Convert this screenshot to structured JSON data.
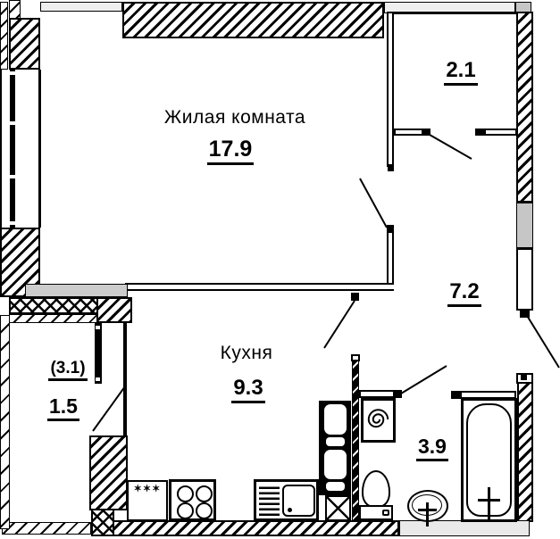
{
  "rooms": {
    "living": {
      "label": "Жилая комната",
      "area": "17.9"
    },
    "closet": {
      "area": "2.1"
    },
    "hallway": {
      "area": "7.2"
    },
    "kitchen": {
      "label": "Кухня",
      "area": "9.3"
    },
    "balcony": {
      "area_total": "(3.1)",
      "area_reduced": "1.5"
    },
    "bathroom": {
      "area": "3.9"
    }
  },
  "fixtures": {
    "cabinet_marks": "✶✶✶"
  },
  "colors": {
    "line": "#000000",
    "light_band": "#efefef",
    "mid_gray": "#c6c6c6",
    "sill_gray": "#cccccc",
    "floor_band_gray": "#e9e9e9"
  }
}
